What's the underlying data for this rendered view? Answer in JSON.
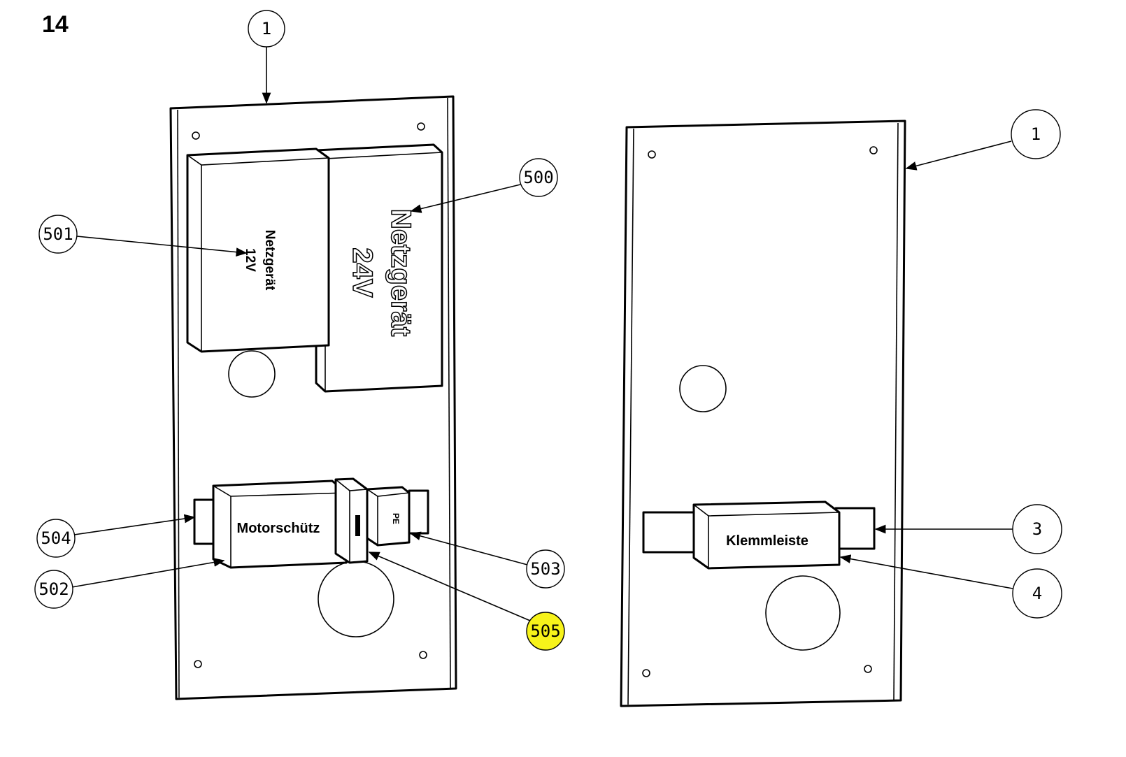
{
  "figure_number": "14",
  "colors": {
    "highlight": "#f7f31a",
    "line": "#000000"
  },
  "left_panel": {
    "components": {
      "psu_24v": {
        "line1": "Netzgerät",
        "line2": "24V"
      },
      "psu_12v": {
        "line1": "Netzgerät",
        "line2": "12V"
      },
      "motor_contactor": "Motorschütz",
      "pe_terminal": "PE"
    },
    "callouts": {
      "c1": "1",
      "c500": "500",
      "c501": "501",
      "c504": "504",
      "c502": "502",
      "c503": "503",
      "c505": "505"
    }
  },
  "right_panel": {
    "components": {
      "terminal_strip": "Klemmleiste"
    },
    "callouts": {
      "c1": "1",
      "c3": "3",
      "c4": "4"
    }
  }
}
